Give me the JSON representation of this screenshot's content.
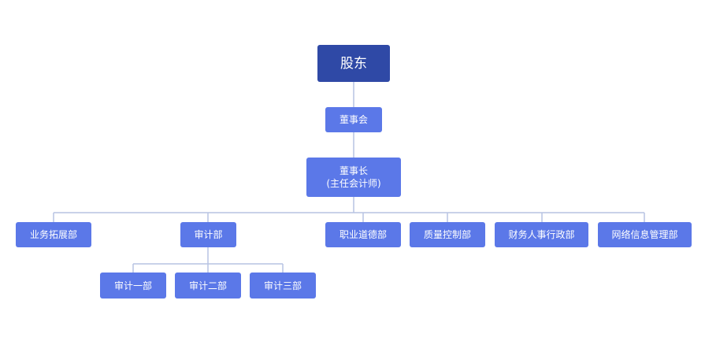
{
  "colors": {
    "top_node": "#2f49a6",
    "node": "#5b78e8",
    "connector": "#b7c3e2"
  },
  "nodes": {
    "shareholders": "股东",
    "board": "董事会",
    "chairman": "董事长",
    "chairman_note": "(主任会计师)",
    "business_dev": "业务拓展部",
    "audit": "审计部",
    "ethics": "职业道德部",
    "quality": "质量控制部",
    "finance_hr": "财务人事行政部",
    "it": "网络信息管理部",
    "audit_1": "审计一部",
    "audit_2": "审计二部",
    "audit_3": "审计三部"
  }
}
